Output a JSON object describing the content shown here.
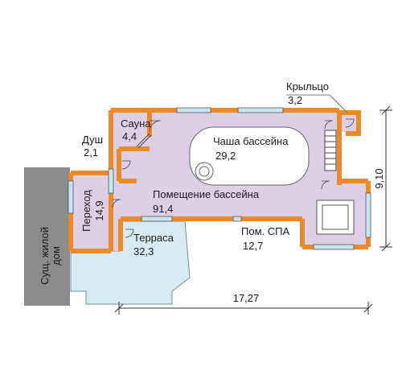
{
  "rooms": {
    "porch": {
      "name": "Крыльцо",
      "area": "3,2"
    },
    "sauna": {
      "name": "Сауна",
      "area": "4,4"
    },
    "pool_bowl": {
      "name": "Чаша бассейна",
      "area": "29,2"
    },
    "shower": {
      "name": "Душ",
      "area": "2,1"
    },
    "pool_room": {
      "name": "Помещение бассейна",
      "area": "91,4"
    },
    "passage": {
      "name": "Переход",
      "area": "14,9"
    },
    "terrace": {
      "name": "Терраса",
      "area": "32,3"
    },
    "spa": {
      "name": "Пом. СПА",
      "area": "12,7"
    },
    "existing_house": {
      "name": "Сущ. жилой дом"
    }
  },
  "dimensions": {
    "length": "17,27",
    "depth": "9,10"
  },
  "colors": {
    "floor": "#ddd0e6",
    "terrace": "#d6ebf2",
    "wall": "#ec8a2a",
    "house": "#8c8c8c",
    "pool_bowl": "#ffffff",
    "window": "#c7e5ef"
  }
}
